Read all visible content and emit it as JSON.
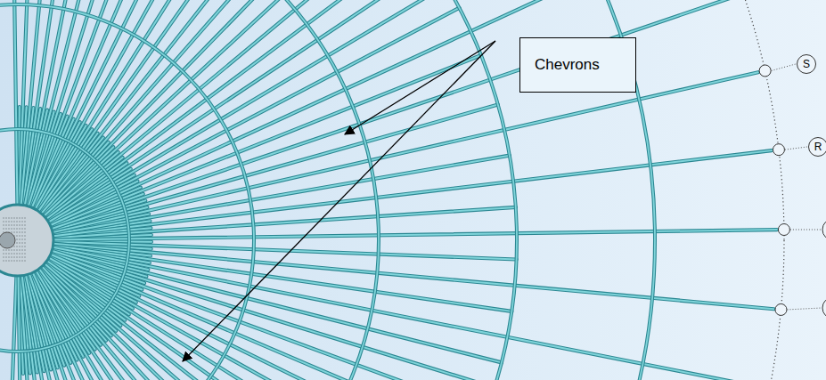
{
  "diagram": {
    "nodes": [
      {
        "text": [
          "Chevrons"
        ]
      },
      {
        "text": [
          "S"
        ]
      },
      {
        "text": [
          "R"
        ]
      }
    ]
  }
}
